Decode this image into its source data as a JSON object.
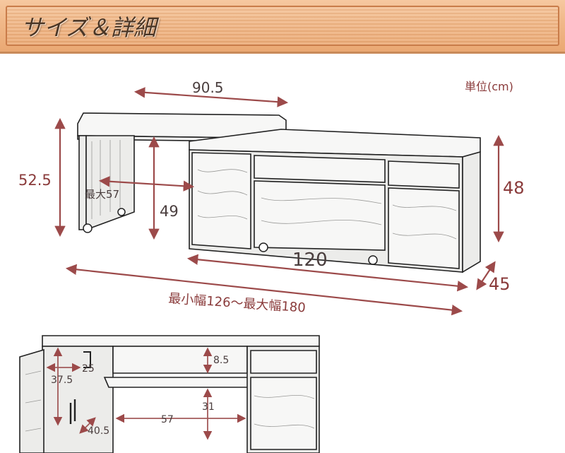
{
  "header": {
    "title": "サイズ＆詳細"
  },
  "unit_label": "単位(cm)",
  "top_view": {
    "top_width": "90.5",
    "height_left": "52.5",
    "extension": "最大57",
    "inner_height": "49",
    "height_right": "48",
    "width_main": "120",
    "depth": "45",
    "range_label": "最小幅126～最大幅180"
  },
  "bottom_view": {
    "d_25": "25",
    "d_37_5": "37.5",
    "d_8_5": "8.5",
    "d_31": "31",
    "d_57": "57",
    "d_40_5": "40.5"
  },
  "colors": {
    "dimension": "#9c4a4a",
    "banner": "#f1b98a",
    "title": "#4a3626"
  }
}
